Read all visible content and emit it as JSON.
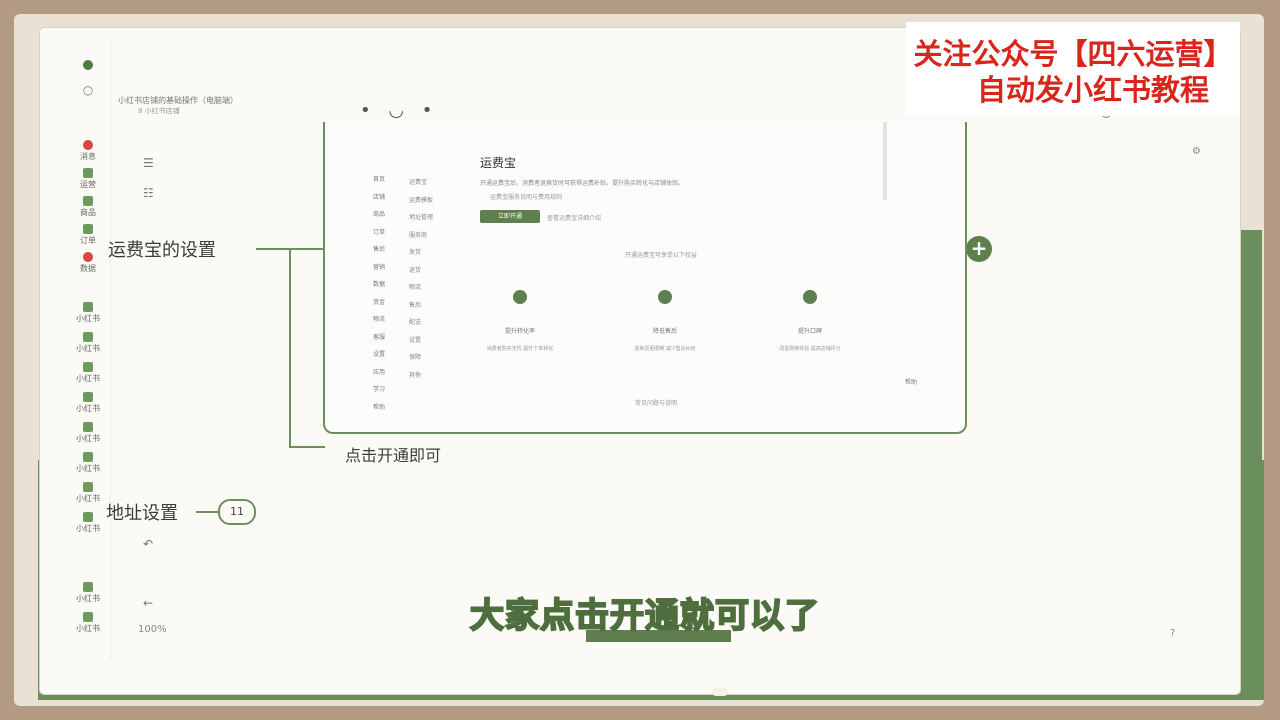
{
  "banner": {
    "line1": "关注公众号【四六运营】",
    "line2": "自动发小红书教程"
  },
  "subtitle": "大家点击开通就可以了",
  "mindmap": {
    "node_freight": "运费宝的设置",
    "node_click_open": "点击开通即可",
    "node_address": "地址设置",
    "address_count": "11",
    "plus": "+"
  },
  "file": {
    "title": "小红书店铺的基础操作（电脑端）",
    "meta": "8 小红书店铺"
  },
  "left_bar": {
    "items": [
      "消息",
      "运营",
      "商品",
      "订单",
      "数据",
      "小红书",
      "小红书",
      "小红书",
      "小红书",
      "小红书",
      "小红书",
      "小红书",
      "小红书",
      "小红书",
      "小红书"
    ],
    "zoom": "100%"
  },
  "embed": {
    "title": "运费宝",
    "desc": "开通运费宝后，消费者退换货时可获得运费补贴，提升购买转化与店铺体验。",
    "sub": "运费宝服务说明与费用规则",
    "open_btn": "立即开通",
    "link": "查看运费宝详细介绍",
    "mid_text": "开通运费宝可享受以下权益",
    "menu1": [
      "首页",
      "店铺",
      "商品",
      "订单",
      "售后",
      "营销",
      "数据",
      "资金",
      "物流",
      "客服",
      "设置",
      "应用",
      "学习",
      "帮助"
    ],
    "menu2": [
      "运费宝",
      "运费模板",
      "地址管理",
      "服务商",
      "发货",
      "退货",
      "物流",
      "售后",
      "配送",
      "设置",
      "保障",
      "其他"
    ],
    "features": [
      {
        "name": "提升转化率",
        "desc": "消费者购买无忧 提升下单转化"
      },
      {
        "name": "降低售后",
        "desc": "退换货更顺畅 减少售后纠纷"
      },
      {
        "name": "提升口碑",
        "desc": "改善购物体验 提高店铺评分"
      }
    ],
    "bottom": "常见问题与说明",
    "side": "帮助"
  },
  "colors": {
    "accent": "#5f7f4f",
    "banner_text": "#d9261c"
  }
}
